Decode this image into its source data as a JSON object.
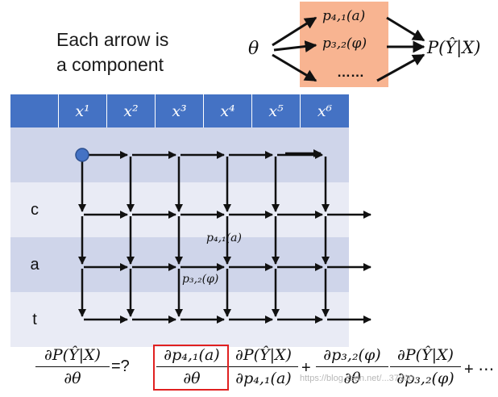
{
  "caption": {
    "line1": "Each arrow is",
    "line2": "a component"
  },
  "diagram": {
    "input": "θ",
    "paths": [
      "p₄,₁(a)",
      "p₃,₂(φ)",
      "……"
    ],
    "output": "P(Ŷ|X)",
    "box_color": "#f8b491"
  },
  "table": {
    "columns": [
      "x¹",
      "x²",
      "x³",
      "x⁴",
      "x⁵",
      "x⁶"
    ],
    "rows": [
      "",
      "c",
      "a",
      "t"
    ],
    "header_color": "#4472c4",
    "dark_color": "#cfd5ea",
    "light_color": "#e9ebf5"
  },
  "grid_labels": {
    "p41": "p₄,₁(a)",
    "p32": "p₃,₂(φ)"
  },
  "formula": {
    "lhs_num": "∂P(Ŷ|X)",
    "lhs_den": "∂θ",
    "eq": "=?",
    "t1_num": "∂p₄,₁(a)",
    "t1_den": "∂θ",
    "t2_num": "∂P(Ŷ|X)",
    "t2_den": "∂p₄,₁(a)",
    "plus1": "+",
    "t3_num": "∂p₃,₂(φ)",
    "t3_den": "∂θ",
    "t4_num": "∂P(Ŷ|X)",
    "t4_den": "∂p₃,₂(φ)",
    "tail": "+ ⋯",
    "highlight_color": "#e02020"
  },
  "watermark": "https://blog.csdn.net/...37300"
}
